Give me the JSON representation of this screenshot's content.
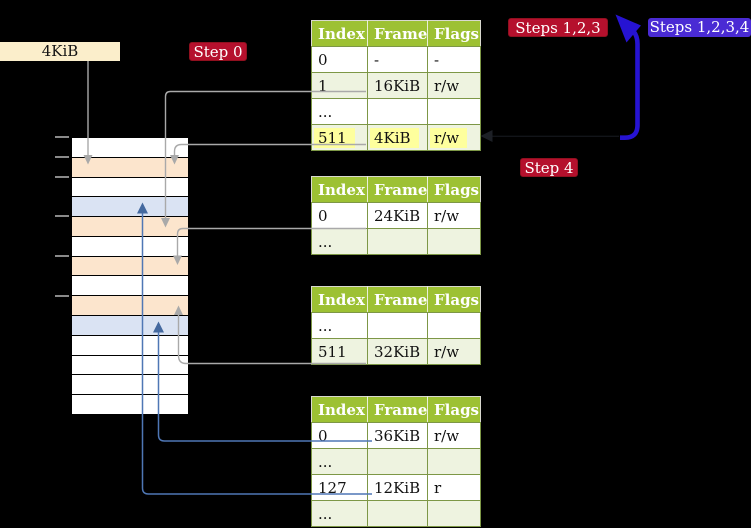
{
  "colors": {
    "background": "#000000",
    "badge_red": "#b5102d",
    "badge_purple": "#4a2bd4",
    "big_arrow_blue": "#2613d2",
    "connector_gray": "#a9a9a9",
    "connector_blue": "#4f77b5",
    "table_header_green": "#9dc133",
    "table_border_green": "#7d9746",
    "table_row_alt_green": "#eef3e0",
    "highlight_yellow": "#feff9d",
    "memory_frame_orange": "#fce5cd",
    "memory_frame_blue": "#dae3f3",
    "label_cream": "#fbeecb"
  },
  "labels": {
    "frame_4kib": "4KiB"
  },
  "badges": [
    {
      "id": "step0",
      "text": "Step 0",
      "color": "red"
    },
    {
      "id": "steps123",
      "text": "Steps 1,2,3",
      "color": "red"
    },
    {
      "id": "steps1234",
      "text": "Steps 1,2,3,4",
      "color": "purple"
    },
    {
      "id": "step4",
      "text": "Step 4",
      "color": "red"
    }
  ],
  "memory_column": {
    "rows": [
      "white",
      "orange",
      "white",
      "blue",
      "orange",
      "white",
      "orange",
      "white",
      "orange",
      "blue",
      "white",
      "white",
      "white",
      "white"
    ],
    "ticks_at_row_tops": [
      0,
      1,
      2,
      4,
      6,
      8
    ]
  },
  "page_tables": [
    {
      "name": "page-table-level-4",
      "headers": [
        "Index",
        "Frame",
        "Flags"
      ],
      "rows": [
        {
          "cells": [
            "0",
            "-",
            "-"
          ],
          "alt": false,
          "highlight": false
        },
        {
          "cells": [
            "1",
            "16KiB",
            "r/w"
          ],
          "alt": true,
          "highlight": false
        },
        {
          "cells": [
            "...",
            "",
            ""
          ],
          "alt": false,
          "highlight": false
        },
        {
          "cells": [
            "511",
            "4KiB",
            "r/w"
          ],
          "alt": true,
          "highlight": true
        }
      ]
    },
    {
      "name": "page-table-level-3",
      "headers": [
        "Index",
        "Frame",
        "Flags"
      ],
      "rows": [
        {
          "cells": [
            "0",
            "24KiB",
            "r/w"
          ],
          "alt": false,
          "highlight": false
        },
        {
          "cells": [
            "...",
            "",
            ""
          ],
          "alt": true,
          "highlight": false
        }
      ]
    },
    {
      "name": "page-table-level-2",
      "headers": [
        "Index",
        "Frame",
        "Flags"
      ],
      "rows": [
        {
          "cells": [
            "...",
            "",
            ""
          ],
          "alt": false,
          "highlight": false
        },
        {
          "cells": [
            "511",
            "32KiB",
            "r/w"
          ],
          "alt": true,
          "highlight": false
        }
      ]
    },
    {
      "name": "page-table-level-1",
      "headers": [
        "Index",
        "Frame",
        "Flags"
      ],
      "rows": [
        {
          "cells": [
            "0",
            "36KiB",
            "r/w"
          ],
          "alt": false,
          "highlight": false
        },
        {
          "cells": [
            "...",
            "",
            ""
          ],
          "alt": true,
          "highlight": false
        },
        {
          "cells": [
            "127",
            "12KiB",
            "r"
          ],
          "alt": false,
          "highlight": false
        },
        {
          "cells": [
            "...",
            "",
            ""
          ],
          "alt": true,
          "highlight": false
        }
      ]
    }
  ]
}
